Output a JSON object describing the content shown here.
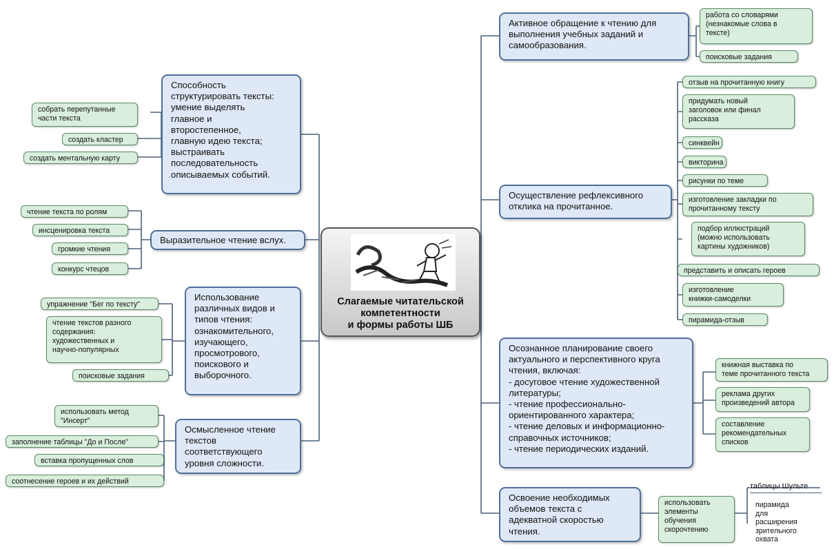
{
  "center": {
    "title": "Слагаемые читательской\nкомпетентности\nи формы работы ШБ"
  },
  "left": {
    "structuring": {
      "topic": "Способность\nструктурировать тексты:\nумение выделять\nглавное и\nвторостепенное,\nглавную идею текста;\nвыстраивать\nпоследовательность\nописываемых событий.",
      "leaves": [
        "собрать перепутанные\nчасти текста",
        "создать кластер",
        "создать ментальную карту"
      ]
    },
    "expressive": {
      "topic": "Выразительное чтение вслух.",
      "leaves": [
        "чтение текста по ролям",
        "инсценировка текста",
        "громкие чтения",
        "конкурс чтецов"
      ]
    },
    "reading_types": {
      "topic": "Использование\nразличных видов и\nтипов чтения:\nознакомительного,\nизучающего,\nпросмотрового,\nпоискового и\nвыборочного.",
      "leaves": [
        "упражнение \"Бег по тексту\"",
        "чтение текстов разного\nсодержания:\nхудожественных и\nнаучно-популярных",
        "поисковые задания"
      ]
    },
    "meaningful": {
      "topic": "Осмысленное чтение\nтекстов\nсоответствующего\nуровня сложности.",
      "leaves": [
        "использовать метод\n\"Инсерт\"",
        "заполнение таблицы \"До и После\"",
        "вставка пропущенных слов",
        "соотнесение героев и их действий"
      ]
    }
  },
  "right": {
    "active": {
      "topic": "Активное обращение к чтению для\nвыполнения учебных заданий и\nсамообразования.",
      "leaves": [
        "работа со словарями\n(незнакомые слова в\nтексте)",
        "поисковые задания"
      ]
    },
    "reflexive": {
      "topic": "Осуществление рефлексивного\nотклика на прочитанное.",
      "leaves": [
        "отзыв на прочитанную книгу",
        "придумать новый\nзаголовок или финал\nрассказа",
        "синквейн",
        "викторина",
        "рисунки по теме",
        "изготовление закладки по\nпрочитанному тексту",
        "подбор иллюстраций\n(можно использовать\nкартины художников)",
        "представить и описать героев",
        "изготовление\nкнижки-самоделки",
        "пирамида-отзыв"
      ]
    },
    "planning": {
      "topic": "Осознанное планирование своего\nактуального и перспективного круга\nчтения, включая:\n- досуговое чтение художественной\nлитературы;\n- чтение профессионально-\nориентированного характера;\n- чтение деловых и информационно-\nсправочных источников;\n- чтение периодических изданий.",
      "leaves": [
        "книжная выставка по\nтеме прочитанного текста",
        "реклама других\nпроизведений автора",
        "составление\nрекомендательных\nсписков"
      ]
    },
    "speed": {
      "topic": "Освоение необходимых\nобъемов текста с\nадекватной скоростью\nчтения.",
      "leaf": "использовать\nэлементы\nобучения\nскорочтению",
      "sub": [
        "таблицы Шульте",
        "пирамида\nдля\nрасширения\nзрительного\nохвата"
      ]
    }
  }
}
